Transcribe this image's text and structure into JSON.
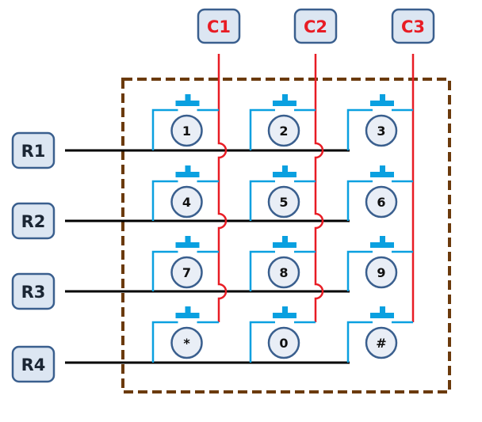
{
  "diagram": {
    "title": "4x3 matrix keypad wiring",
    "colors": {
      "row_wire": "#000000",
      "column_wire": "#e81c24",
      "switch": "#0aa0e0",
      "border": "#6b3a0c",
      "label_fill": "#dce6f2",
      "label_stroke": "#3a5f8e",
      "column_label_text": "#e81c24",
      "row_label_text": "#1b2634"
    },
    "rows": [
      {
        "label": "R1"
      },
      {
        "label": "R2"
      },
      {
        "label": "R3"
      },
      {
        "label": "R4"
      }
    ],
    "columns": [
      {
        "label": "C1"
      },
      {
        "label": "C2"
      },
      {
        "label": "C3"
      }
    ],
    "keys": [
      [
        "1",
        "2",
        "3"
      ],
      [
        "4",
        "5",
        "6"
      ],
      [
        "7",
        "8",
        "9"
      ],
      [
        "*",
        "0",
        "#"
      ]
    ]
  }
}
